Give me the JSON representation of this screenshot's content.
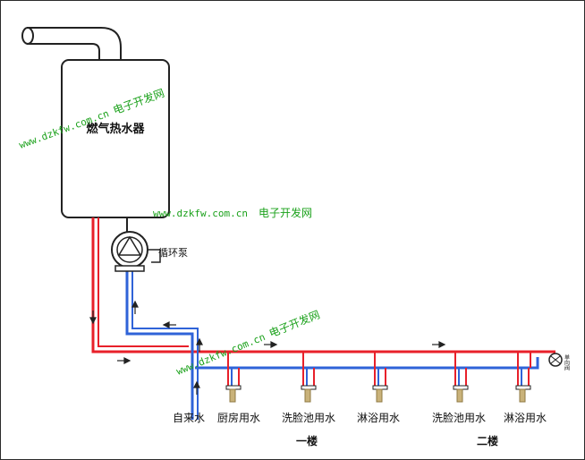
{
  "heater": {
    "label": "燃气热水器"
  },
  "pump": {
    "label": "循环泵"
  },
  "watermarks": [
    {
      "url": "www.dzkfw.com.cn",
      "cn": "电子开发网"
    },
    {
      "url": "www.dzkfw.com.cn",
      "cn": "电子开发网"
    },
    {
      "url": "www.dzkfw.com.cn",
      "cn": "电子开发网"
    }
  ],
  "inlet": {
    "label": "自来水"
  },
  "outlets": [
    {
      "label": "厨房用水"
    },
    {
      "label": "洗脸池用水"
    },
    {
      "label": "淋浴用水"
    },
    {
      "label": "洗脸池用水"
    },
    {
      "label": "淋浴用水"
    }
  ],
  "floors": [
    {
      "label": "一楼"
    },
    {
      "label": "二楼"
    }
  ],
  "end_valve": {
    "label": "单向阀"
  },
  "colors": {
    "hot": "#e8202a",
    "cold": "#2f63d8",
    "watermark": "#1aa11a",
    "faucet": "#c9b27a"
  }
}
